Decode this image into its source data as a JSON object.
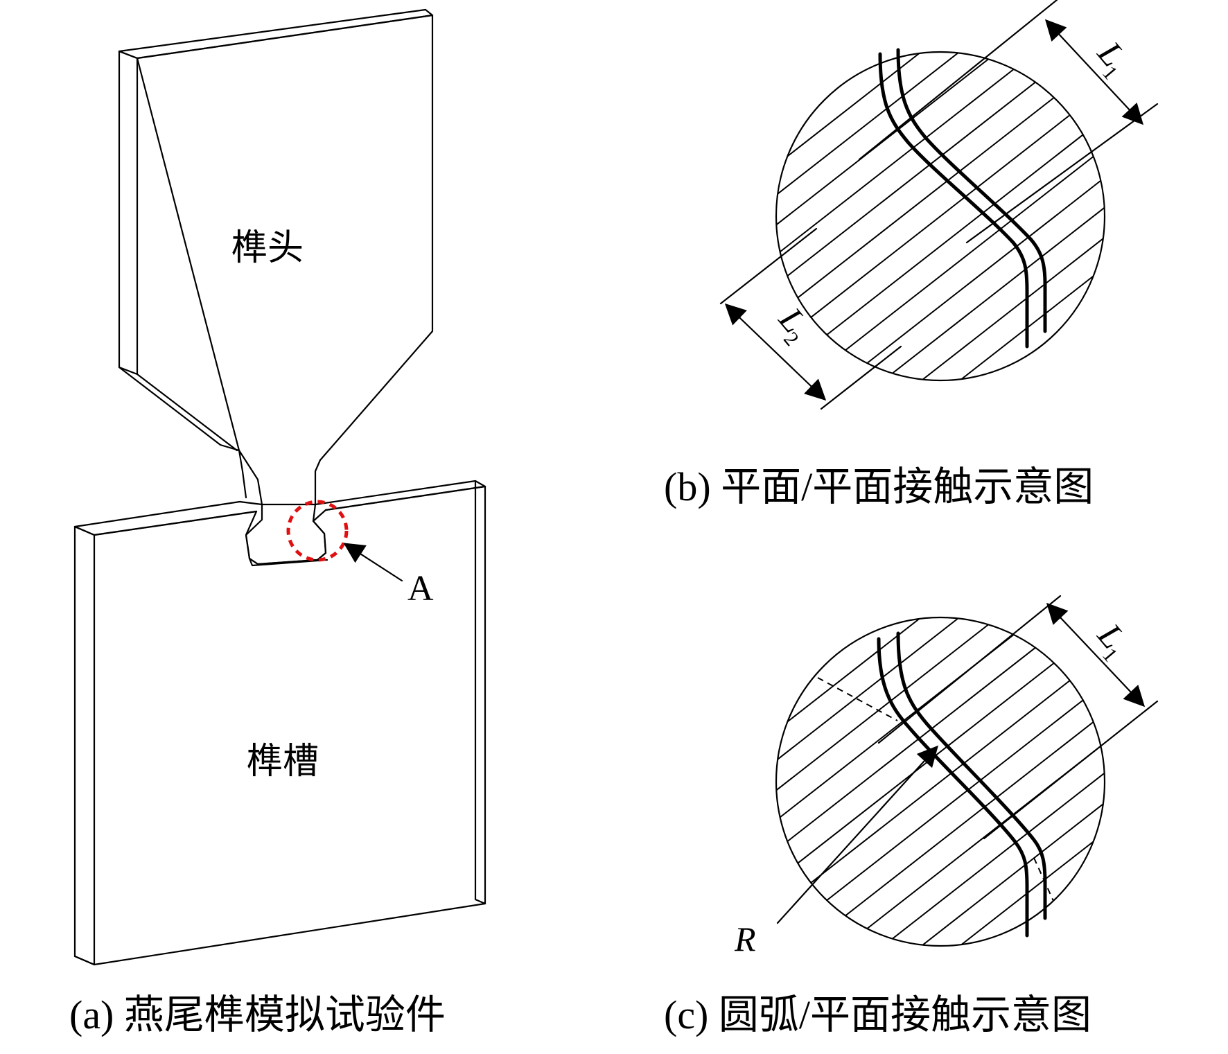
{
  "panel_a": {
    "caption": "(a) 燕尾榫模拟试验件",
    "tenon_label": "榫头",
    "slot_label": "榫槽",
    "detail_marker": "A"
  },
  "panel_b": {
    "caption": "(b) 平面/平面接触示意图",
    "dim1_symbol": "L",
    "dim1_subscript": "1",
    "dim2_symbol": "L",
    "dim2_subscript": "2"
  },
  "panel_c": {
    "caption": "(c) 圆弧/平面接触示意图",
    "dim1_symbol": "L",
    "dim1_subscript": "1",
    "radius_symbol": "R"
  },
  "colors": {
    "line": "#000000",
    "detail_circle": "#e01010"
  }
}
